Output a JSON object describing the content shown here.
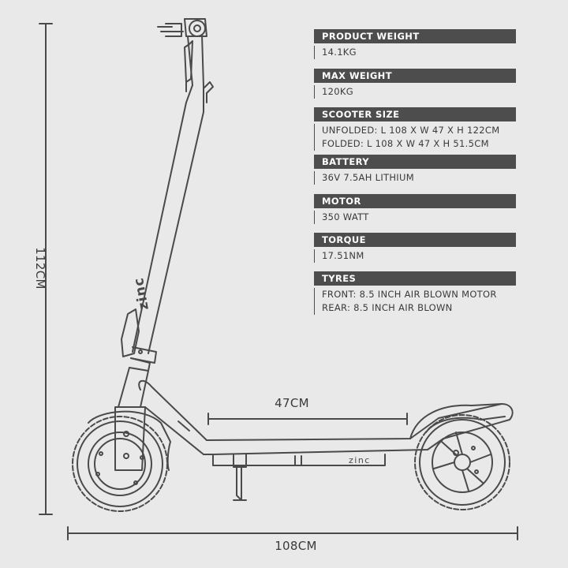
{
  "dimensions": {
    "height": "112CM",
    "deck_width": "47CM",
    "length": "108CM"
  },
  "brand": {
    "stem_logo": "zinc",
    "deck_logo": "zinc"
  },
  "specs": [
    {
      "title": "PRODUCT WEIGHT",
      "lines": [
        "14.1KG"
      ]
    },
    {
      "title": "MAX WEIGHT",
      "lines": [
        "120KG"
      ]
    },
    {
      "title": "SCOOTER SIZE",
      "lines": [
        "UNFOLDED: L 108 X W 47 X H 122CM",
        "FOLDED: L 108 X W 47 X H 51.5CM"
      ]
    },
    {
      "title": "BATTERY",
      "lines": [
        "36V 7.5AH LITHIUM"
      ]
    },
    {
      "title": "MOTOR",
      "lines": [
        "350 WATT"
      ]
    },
    {
      "title": "TORQUE",
      "lines": [
        "17.51NM"
      ]
    },
    {
      "title": "TYRES",
      "lines": [
        "FRONT: 8.5 INCH AIR BLOWN MOTOR",
        "REAR: 8.5 INCH AIR BLOWN"
      ]
    }
  ],
  "colors": {
    "background": "#e9e9e9",
    "line": "#4a4a4a",
    "header_bar": "#4d4d4d",
    "header_text": "#ffffff"
  }
}
